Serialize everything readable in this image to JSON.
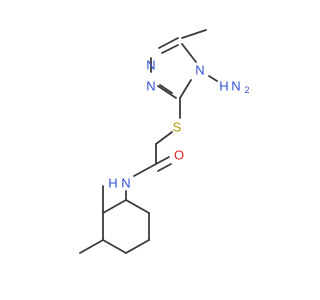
{
  "atoms": {
    "triazole_n1": "N",
    "triazole_n2": "N",
    "triazole_n4": "N",
    "amino_h": "H",
    "amino_n": "N",
    "amino_sub": "2",
    "thioether_s": "S",
    "carbonyl_o": "O",
    "amide_n": "N",
    "amide_h": "H"
  },
  "colors": {
    "nitrogen": "#3050d8",
    "sulfur": "#b59a00",
    "oxygen": "#e02020",
    "bond": "#3a3a3a"
  }
}
